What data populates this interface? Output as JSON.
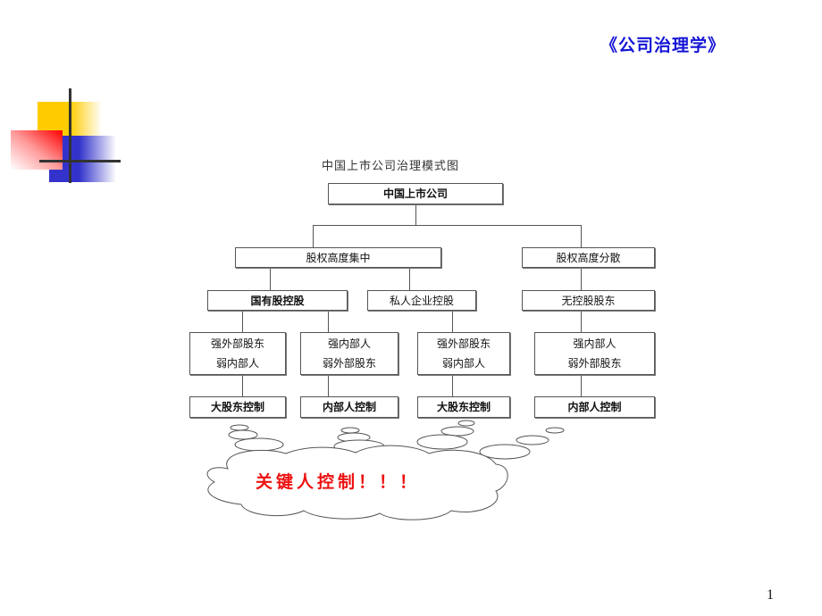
{
  "header": {
    "course_title": "《公司治理学》"
  },
  "diagram": {
    "title": "中国上市公司治理模式图",
    "root": "中国上市公司",
    "level1": [
      "股权高度集中",
      "股权高度分散"
    ],
    "level2": [
      "国有股控股",
      "私人企业控股",
      "无控股股东"
    ],
    "level3": [
      {
        "line1": "强外部股东",
        "line2": "弱内部人"
      },
      {
        "line1": "强内部人",
        "line2": "弱外部股东"
      },
      {
        "line1": "强外部股东",
        "line2": "弱内部人"
      },
      {
        "line1": "强内部人",
        "line2": "弱外部股东"
      }
    ],
    "level4": [
      "大股东控制",
      "内部人控制",
      "大股东控制",
      "内部人控制"
    ]
  },
  "callout": {
    "text": "关键人控制！！！",
    "color": "#ee1111"
  },
  "footer": {
    "page_number": "1"
  },
  "colors": {
    "title_blue": "#1414d6",
    "deco_yellow": "#ffcc00",
    "deco_blue": "#3333cc",
    "deco_red": "#ff0000"
  }
}
